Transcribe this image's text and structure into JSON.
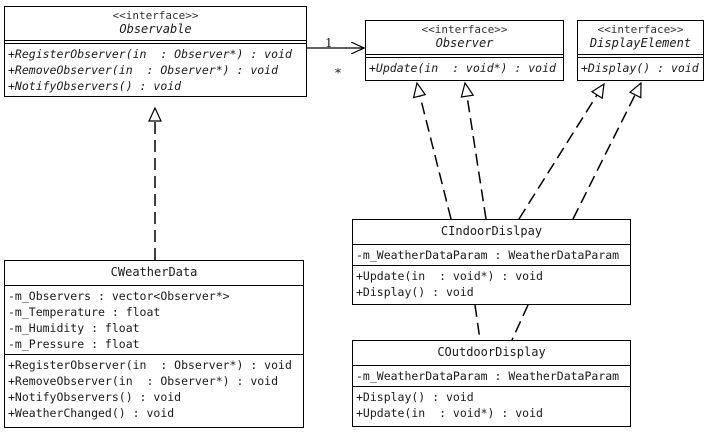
{
  "classes": {
    "observable": {
      "stereotype": "<<interface>>",
      "name": "Observable",
      "attributes": [],
      "operations": [
        "+RegisterObserver(in  : Observer*) : void",
        "+RemoveObserver(in  : Observer*) : void",
        "+NotifyObservers() : void"
      ]
    },
    "observer": {
      "stereotype": "<<interface>>",
      "name": "Observer",
      "operations": [
        "+Update(in  : void*) : void"
      ]
    },
    "display_element": {
      "stereotype": "<<interface>>",
      "name": "DisplayElement",
      "operations": [
        "+Display() : void"
      ]
    },
    "weather_data": {
      "name": "CWeatherData",
      "attributes": [
        "-m_Observers : vector<Observer*>",
        "-m_Temperature : float",
        "-m_Humidity : float",
        "-m_Pressure : float"
      ],
      "operations": [
        "+RegisterObserver(in  : Observer*) : void",
        "+RemoveObserver(in  : Observer*) : void",
        "+NotifyObservers() : void",
        "+WeatherChanged() : void"
      ]
    },
    "indoor_display": {
      "name": "CIndoorDislpay",
      "attributes": [
        "-m_WeatherDataParam : WeatherDataParam"
      ],
      "operations": [
        "+Update(in  : void*) : void",
        "+Display() : void"
      ]
    },
    "outdoor_display": {
      "name": "COutdoorDisplay",
      "attributes": [
        "-m_WeatherDataParam : WeatherDataParam"
      ],
      "operations": [
        "+Display() : void",
        "+Update(in  : void*) : void"
      ]
    }
  },
  "association": {
    "source_multiplicity": "1",
    "target_multiplicity": "*"
  }
}
